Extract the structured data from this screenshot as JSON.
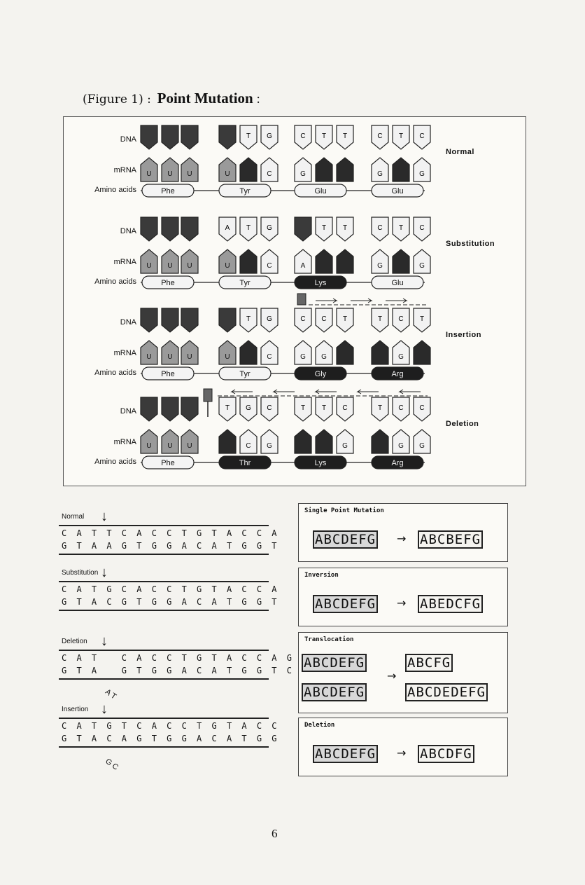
{
  "heading": {
    "figure_label": "(Figure 1) :",
    "title": "Point Mutation",
    "suffix": ":"
  },
  "panel": {
    "row_labels": {
      "dna": "DNA",
      "mrna": "mRNA",
      "amino": "Amino acids"
    },
    "rows": [
      {
        "type": "Normal",
        "dna_letters": [
          "",
          "",
          "",
          "",
          "T",
          "G",
          "C",
          "T",
          "T",
          "C",
          "T",
          "C"
        ],
        "mrna_letters": [
          "U",
          "U",
          "U",
          "U",
          "",
          "C",
          "G",
          "",
          "",
          "G",
          "",
          "G"
        ],
        "aminos": [
          {
            "name": "Phe",
            "dark": false
          },
          {
            "name": "Tyr",
            "dark": false
          },
          {
            "name": "Glu",
            "dark": false
          },
          {
            "name": "Glu",
            "dark": false
          }
        ]
      },
      {
        "type": "Substitution",
        "dna_letters": [
          "",
          "",
          "",
          "A",
          "T",
          "G",
          "",
          "T",
          "T",
          "C",
          "T",
          "C"
        ],
        "mrna_letters": [
          "U",
          "U",
          "U",
          "U",
          "",
          "C",
          "A",
          "",
          "",
          "G",
          "",
          "G"
        ],
        "aminos": [
          {
            "name": "Phe",
            "dark": false
          },
          {
            "name": "Tyr",
            "dark": false
          },
          {
            "name": "Lys",
            "dark": true
          },
          {
            "name": "Glu",
            "dark": false
          }
        ]
      },
      {
        "type": "Insertion",
        "dna_letters": [
          "",
          "",
          "",
          "",
          "T",
          "G",
          "C",
          "C",
          "T",
          "T",
          "C",
          "T"
        ],
        "mrna_letters": [
          "U",
          "U",
          "U",
          "U",
          "",
          "C",
          "G",
          "G",
          "",
          "",
          "G",
          ""
        ],
        "aminos": [
          {
            "name": "Phe",
            "dark": false
          },
          {
            "name": "Tyr",
            "dark": false
          },
          {
            "name": "Gly",
            "dark": true
          },
          {
            "name": "Arg",
            "dark": true
          }
        ]
      },
      {
        "type": "Deletion",
        "dna_letters": [
          "",
          "",
          "",
          "T",
          "G",
          "C",
          "T",
          "T",
          "C",
          "T",
          "C",
          "C"
        ],
        "mrna_letters": [
          "U",
          "U",
          "U",
          "",
          "C",
          "G",
          "",
          "",
          "G",
          "",
          "G",
          "G"
        ],
        "aminos": [
          {
            "name": "Phe",
            "dark": false
          },
          {
            "name": "Thr",
            "dark": true
          },
          {
            "name": "Lys",
            "dark": true
          },
          {
            "name": "Arg",
            "dark": true
          }
        ]
      }
    ]
  },
  "sequences": [
    {
      "title": "Normal",
      "top": "C A T T C A C C T G T A C C A",
      "bottom": "G T A A G T G G A C A T G G T"
    },
    {
      "title": "Substitution",
      "top": "C A T G C A C C T G T A C C A",
      "bottom": "G T A C G T G G A C A T G G T"
    },
    {
      "title": "Deletion",
      "top": "C A T   C A C C T G T A C C A G",
      "bottom": "G T A   G T G G A C A T G G T C"
    },
    {
      "title": "Insertion",
      "top": "C A T G T C A C C T G T A C C",
      "bottom": "G T A C A G T G G A C A T G G"
    }
  ],
  "seq_annotations": {
    "deletion_removed": "A T",
    "insertion_added": "G C"
  },
  "chromosome_boxes": [
    {
      "title": "Single Point Mutation",
      "before": "ABCDEFG",
      "after": "ABCBEFG"
    },
    {
      "title": "Inversion",
      "before": "ABCDEFG",
      "after": "ABEDCFG"
    },
    {
      "title": "Translocation",
      "before_1": "ABCDEFG",
      "after_1": "ABCFG",
      "before_2": "ABCDEFG",
      "after_2": "ABCDEDEFG"
    },
    {
      "title": "Deletion",
      "before": "ABCDEFG",
      "after": "ABCDFG"
    }
  ],
  "arrow_symbol": "→",
  "page_number": "6"
}
